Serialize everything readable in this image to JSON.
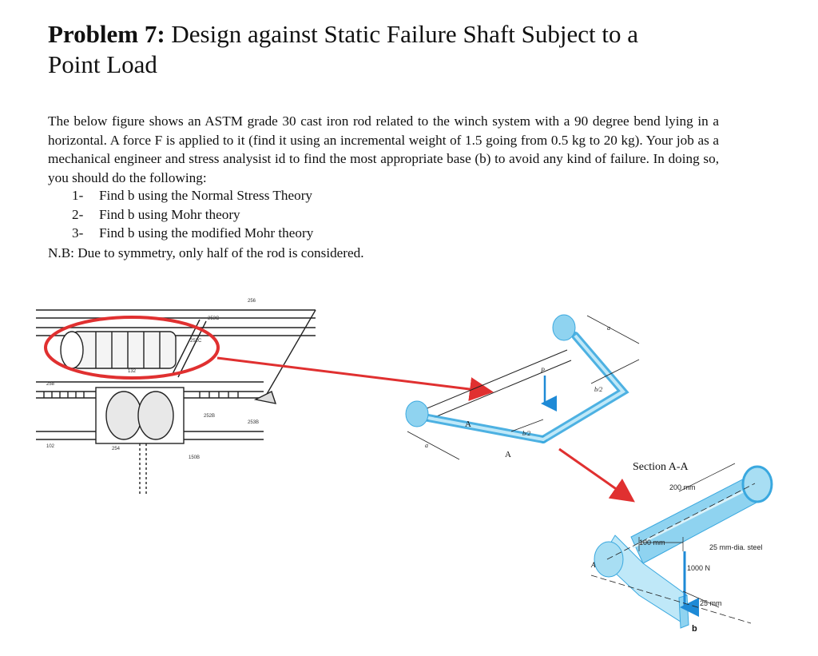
{
  "problem": {
    "label": "Problem 7:",
    "title_rest_line1": " Design against Static Failure Shaft Subject to a",
    "title_line2": "Point Load"
  },
  "intro": "The below figure shows an ASTM grade 30 cast iron rod related to the winch system with a 90 degree bend lying in a horizontal. A force F is applied to it (find it using an incremental weight of 1.5 going from 0.5 kg to 20 kg). Your job as a mechanical engineer and stress analysist id to find the most appropriate base (b) to avoid any kind of failure. In doing so, you should do the following:",
  "tasks": [
    {
      "num": "1-",
      "text": "Find b using the Normal Stress Theory"
    },
    {
      "num": "2-",
      "text": "Find b using Mohr theory"
    },
    {
      "num": "3-",
      "text": "Find b using the modified Mohr theory"
    }
  ],
  "note": "N.B: Due to symmetry, only half of the rod is considered.",
  "figure_winch": {
    "labels": [
      "253C",
      "252C",
      "132",
      "258",
      "252B",
      "253B",
      "254",
      "150B",
      "102",
      "256"
    ]
  },
  "figure_rod": {
    "load_label": "P",
    "dim_a": "a",
    "dim_b2": "b/2",
    "section_marks": [
      "A",
      "A"
    ]
  },
  "figure_section": {
    "title": "Section A-A",
    "dim_200": "200 mm",
    "dim_100": "100 mm",
    "shaft_label": "25 mm-dia. steel",
    "force_label": "1000 N",
    "dim_25": "25 mm",
    "base_label": "b",
    "point_label": "A"
  },
  "colors": {
    "rod_blue": "#8fd3f0",
    "rod_blue_dark": "#3aa8df",
    "highlight_red": "#e03030"
  }
}
